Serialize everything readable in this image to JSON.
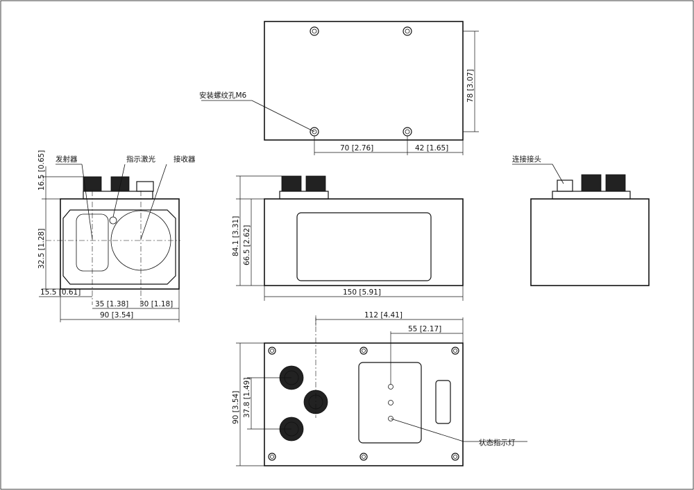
{
  "labels": {
    "mount_holes": "安装螺纹孔M6",
    "emitter": "发射器",
    "indicator_laser": "指示激光",
    "receiver": "接收器",
    "connector": "连接接头",
    "status_light": "状态指示灯"
  },
  "dimensions": {
    "top_height": "78 [3.07]",
    "top_hole_spacing": "70 [2.76]",
    "top_edge_to_hole": "42 [1.65]",
    "front_cable_height": "16.5 [0.65]",
    "front_center_height": "32.5 [1.28]",
    "front_left_offset": "15.5 [0.61]",
    "front_emitter_to_receiver": "35 [1.38]",
    "front_receiver_to_edge": "30 [1.18]",
    "front_width": "90 [3.54]",
    "side_total_height": "84.1 [3.31]",
    "side_body_height": "66.5 [2.62]",
    "side_length": "150 [5.91]",
    "back_length_to_connector": "112 [4.41]",
    "back_length_to_leds": "55 [2.17]",
    "back_height": "90 [3.54]",
    "back_connector_spacing": "37.8 [1.49]"
  }
}
